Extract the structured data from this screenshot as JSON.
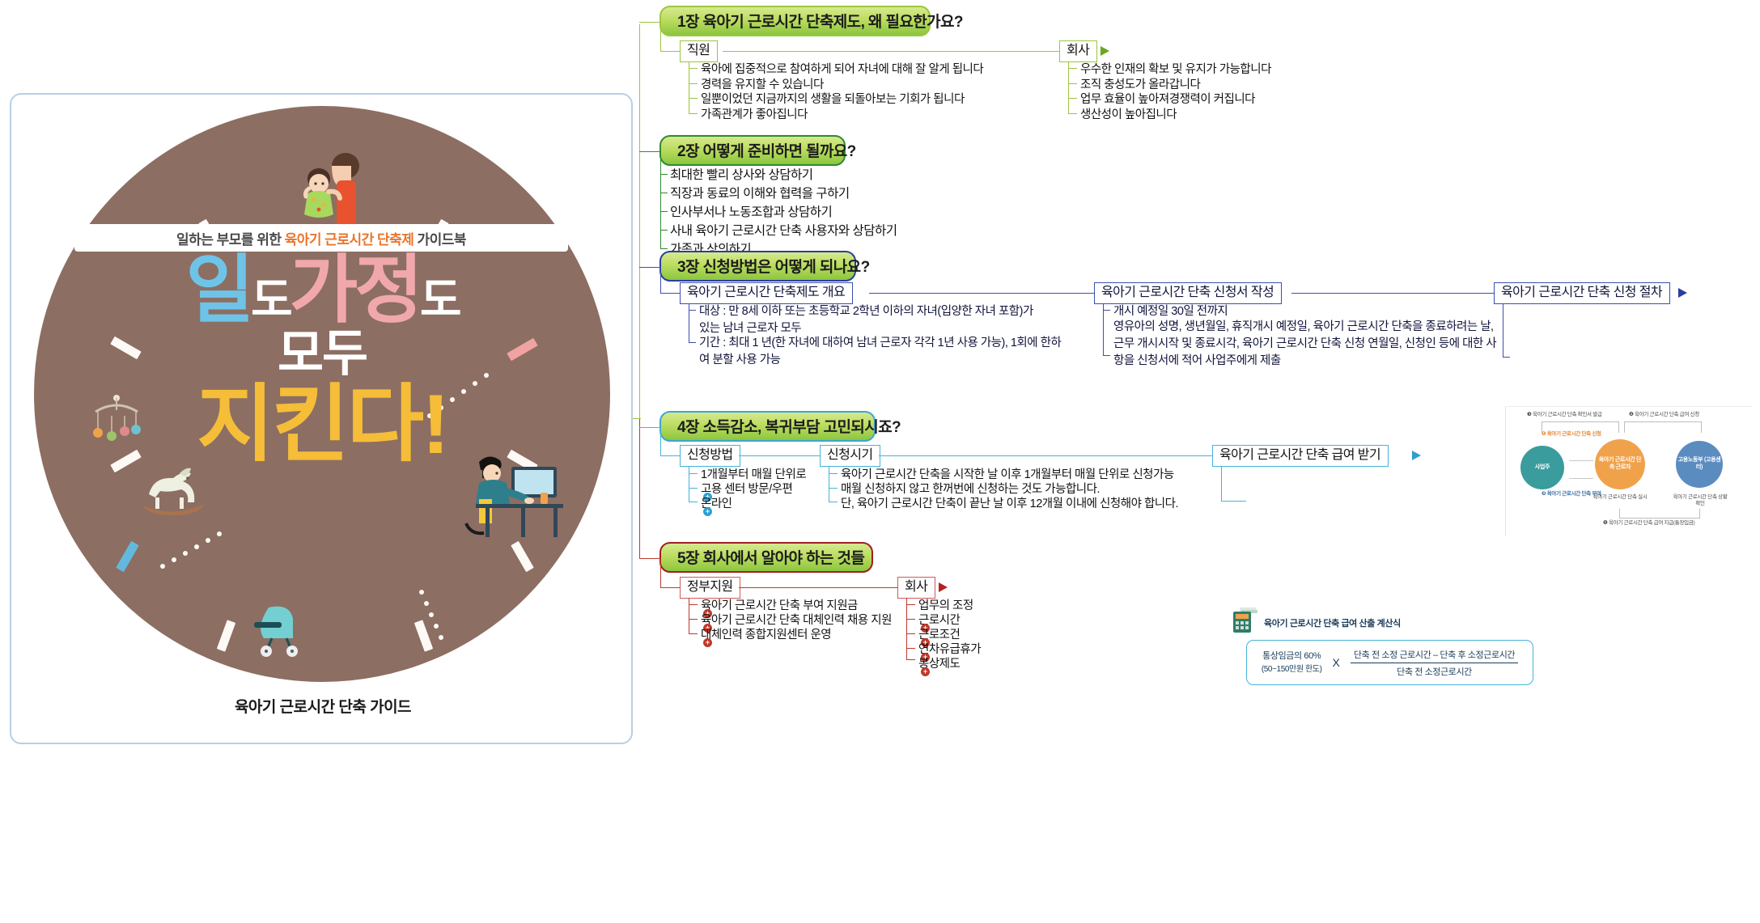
{
  "central": {
    "caption": "육아기 근로시간 단축 가이드",
    "poster": {
      "ribbon_prefix": "일하는 부모를 위한",
      "ribbon_highlight": "육아기 근로시간 단축제",
      "ribbon_suffix": "가이드북",
      "line1_a": "일",
      "line1_b": "도",
      "line1_c": "가정",
      "line1_d": "도",
      "line2": "모두",
      "line3": "지킨다!"
    }
  },
  "chapters": [
    {
      "id": "ch1",
      "title": "1장 육아기 근로시간 단축제도, 왜 필요한가요?",
      "groups": [
        {
          "label": "직원",
          "items": [
            "육아에 집중적으로 참여하게 되어 자녀에 대해 잘 알게 됩니다",
            "경력을 유지할 수 있습니다",
            "일뿐이었던 지금까지의 생활을 되돌아보는 기회가 됩니다",
            "가족관계가 좋아집니다"
          ]
        },
        {
          "label": "회사",
          "items": [
            "우수한 인재의 확보 및 유지가 가능합니다",
            "조직 충성도가 올라갑니다",
            "업무 효율이 높아져경쟁력이 커집니다",
            "생산성이 높아집니다"
          ]
        }
      ]
    },
    {
      "id": "ch2",
      "title": "2장 어떻게 준비하면 될까요?",
      "items": [
        "최대한 빨리 상사와 상담하기",
        "직장과 동료의 이해와 협력을 구하기",
        "인사부서나 노동조합과 상담하기",
        "사내 육아기 근로시간 단축 사용자와 상담하기",
        "가족과 상의하기"
      ]
    },
    {
      "id": "ch3",
      "title": "3장 신청방법은 어떻게 되나요?",
      "groups": [
        {
          "label": "육아기 근로시간 단축제도 개요",
          "items": [
            "대상 : 만 8세 이하 또는 초등학교 2학년 이하의 자녀(입양한 자녀 포함)가 있는 남녀 근로자 모두",
            "기간 : 최대 1 년(한 자녀에 대하여 남녀 근로자 각각 1년 사용 가능), 1회에 한하여 분할 사용 가능"
          ]
        },
        {
          "label": "육아기 근로시간 단축 신청서 작성",
          "items": [
            "개시 예정일 30일 전까지",
            "영유아의 성명, 생년월일, 휴직개시 예정일, 육아기 근로시간 단축을 종료하려는 날, 근무 개시시작 및 종료시각, 육아기 근로시간 단축 신청 연월일, 신청인 등에 대한 사항을 신청서에 적어 사업주에게 제출"
          ]
        },
        {
          "label": "육아기 근로시간 단축 신청 절차",
          "diagram": {
            "nodes": [
              "사업주",
              "육아기 근로시간 단축 근로자",
              "고용노동부 (고용센터)"
            ],
            "steps": [
              "❶ 육아기 근로시간 단축 신청",
              "❷ 육아기 근로시간 단축 부여",
              "❸ 육아기 근로시간 단축 확인서 발급",
              "❹ 육아기 근로시간 단축 급여 신청",
              "❺ 육아기 근로시간 단축 급여 지급(통장입금)"
            ],
            "captions": [
              "육아기 근로시간 단축 실시",
              "육아기 근로시간 단축 상황 확인"
            ]
          }
        }
      ]
    },
    {
      "id": "ch4",
      "title": "4장 소득감소, 복귀부담 고민되시죠?",
      "groups": [
        {
          "label": "신청방법",
          "items": [
            "1개월부터 매월 단위로",
            "고용 센터 방문/우편",
            "온라인"
          ],
          "expandable": [
            false,
            true,
            true
          ]
        },
        {
          "label": "신청시기",
          "items": [
            "육아기 근로시간 단축을 시작한 날 이후 1개월부터 매월 단위로 신청가능",
            "매월 신청하지 않고 한꺼번에 신청하는 것도 가능합니다.",
            "단, 육아기 근로시간 단축이  끝난 날 이후 12개월 이내에 신청해야 합니다."
          ],
          "expandable": [
            false,
            false,
            false
          ]
        },
        {
          "label": "육아기 근로시간 단축 급여 받기",
          "calc_title": "육아기 근로시간 단축 급여 산출 계산식",
          "formula": {
            "left_top": "통상임금의 60%",
            "left_bottom": "(50~150만원 한도)",
            "operator": "X",
            "numerator": "단축 전 소정 근로시간 – 단축 후 소정근로시간",
            "denominator": "단축 전 소정근로시간"
          }
        }
      ]
    },
    {
      "id": "ch5",
      "title": "5장 회사에서 알아야 하는 것들",
      "groups": [
        {
          "label": "정부지원",
          "items": [
            "육아기 근로시간 단축 부여 지원금",
            "육아기 근로시간 단축 대체인력 채용 지원",
            "대체인력 종합지원센터 운영"
          ]
        },
        {
          "label": "회사",
          "items": [
            "업무의 조정",
            "근로시간",
            "근로조건",
            "연차유급휴가",
            "봉상제도"
          ]
        }
      ]
    }
  ],
  "colors": {
    "ch1": "#9cc63d",
    "ch2": "#2f8a2f",
    "ch3": "#3b4fae",
    "ch4": "#45b3da",
    "ch5": "#c0392b",
    "poster_bg": "#8d6e62",
    "accent_orange": "#e8762c"
  }
}
